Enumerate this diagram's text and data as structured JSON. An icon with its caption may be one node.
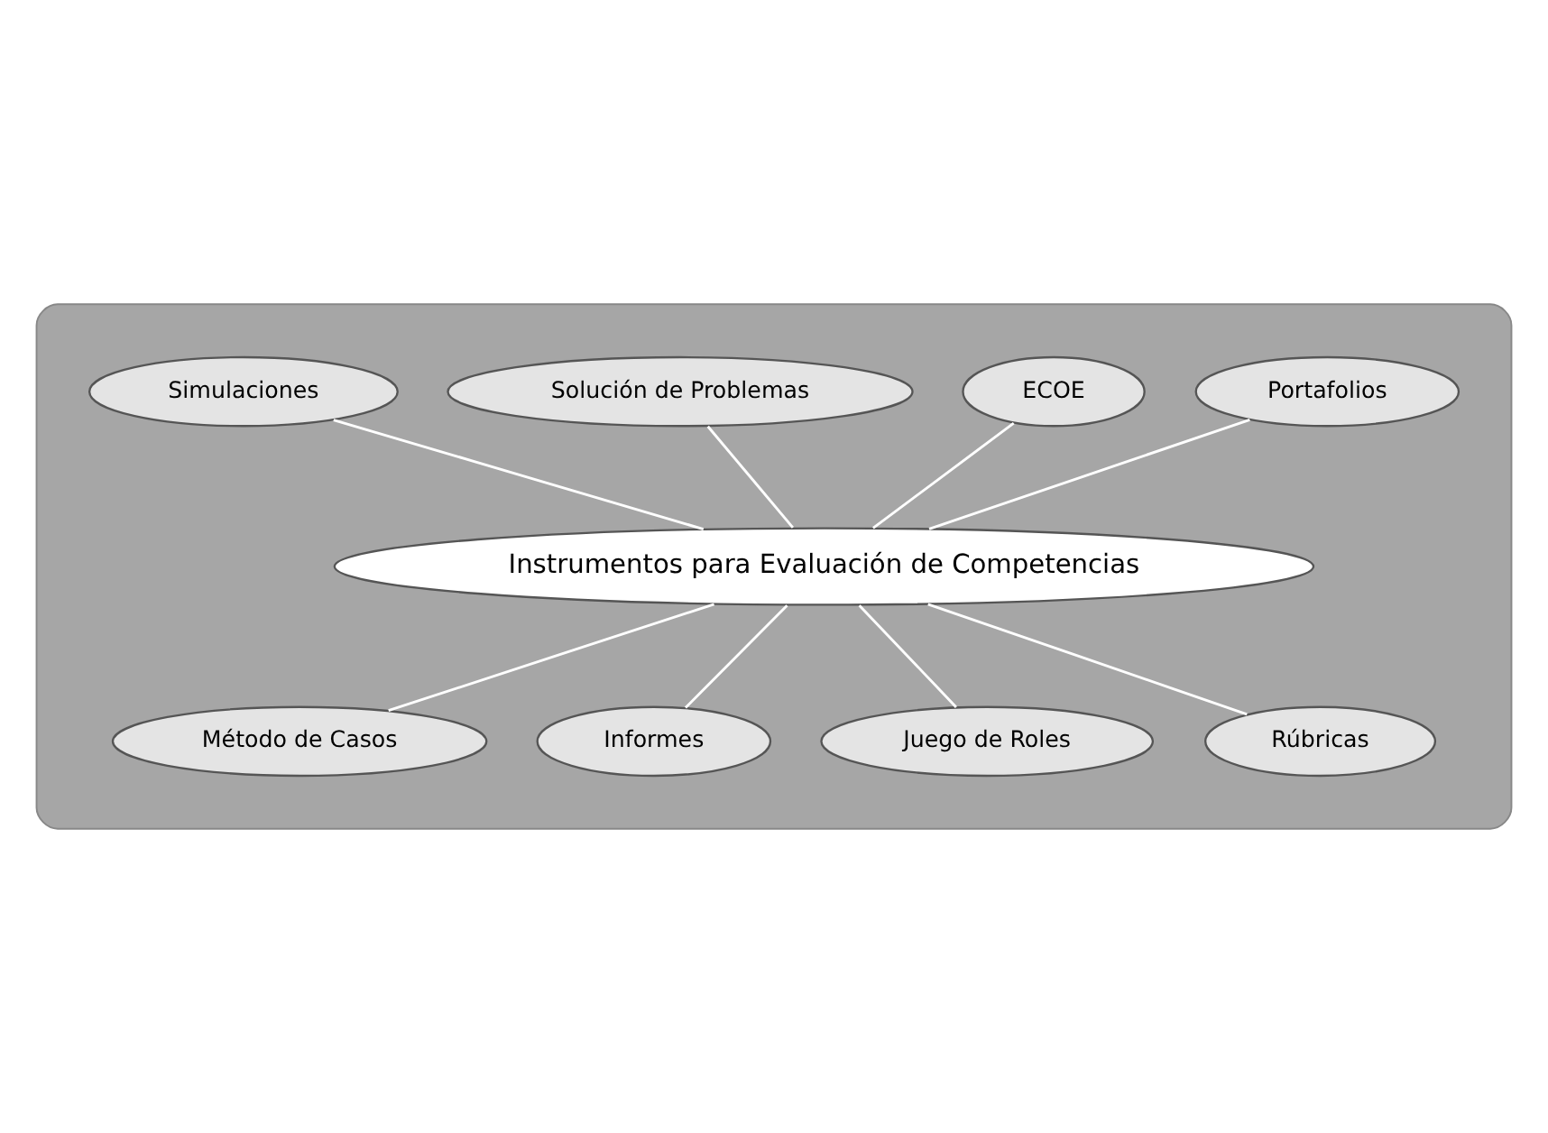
{
  "diagram": {
    "nodes": [
      {
        "text": [],
        "shape": "ellipse"
      },
      {
        "text": [
          "Instrumentos para Evaluación de Competencias"
        ],
        "in": 0
      },
      {
        "text": [
          "Portafolios"
        ],
        "in": 0
      },
      {
        "text": [
          "ECOE"
        ],
        "in": 0
      },
      {
        "text": [
          "Solución de Problemas"
        ],
        "in": 0
      },
      {
        "text": [
          "Simulaciones"
        ],
        "in": 0
      },
      {
        "text": [
          "Método de Casos"
        ],
        "in": 0
      },
      {
        "text": [
          "Informes"
        ],
        "in": 0
      },
      {
        "text": [
          "Juego de Roles"
        ],
        "in": 0
      },
      {
        "text": [
          "Rúbricas"
        ],
        "in": 0
      }
    ],
    "edges": [
      {
        "from": 4,
        "to": 1,
        "arrow": "none"
      },
      {
        "from": 2,
        "to": 1,
        "arrow": "none"
      },
      {
        "from": 3,
        "to": 1,
        "arrow": "none"
      },
      {
        "from": 5,
        "to": 1,
        "arrow": "none"
      },
      {
        "from": 1,
        "to": 6,
        "arrow": "none"
      },
      {
        "from": 1,
        "to": 8,
        "arrow": "none"
      },
      {
        "from": 1,
        "to": 9,
        "arrow": "none"
      },
      {
        "from": 1,
        "to": 7,
        "arrow": "none"
      }
    ]
  }
}
